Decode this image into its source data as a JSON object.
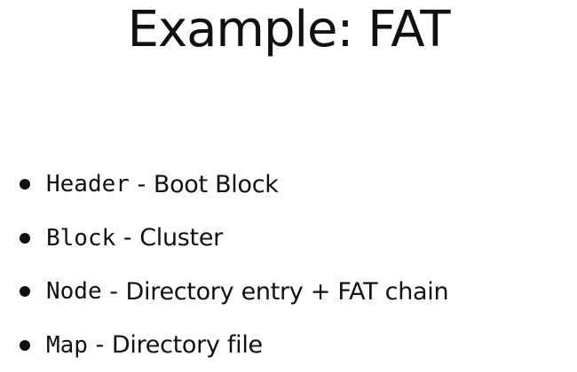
{
  "slide": {
    "title": "Example: FAT",
    "separator": " - ",
    "bullets": [
      {
        "term": "Header",
        "description": "Boot Block"
      },
      {
        "term": "Block",
        "description": "Cluster"
      },
      {
        "term": "Node",
        "description": "Directory entry + FAT chain"
      },
      {
        "term": "Map",
        "description": "Directory file"
      }
    ]
  },
  "colors": {
    "text": "#111111",
    "background": "#ffffff"
  }
}
